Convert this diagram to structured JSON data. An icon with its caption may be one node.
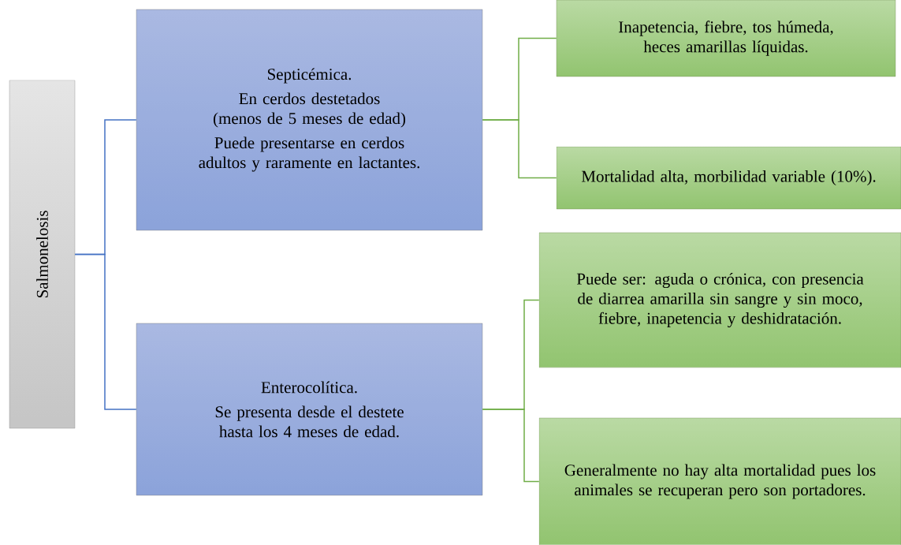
{
  "diagram": {
    "nodes": [
      {
        "text": [
          "Salmonelosis"
        ]
      },
      {
        "text": [
          "Septicémica.",
          "En cerdos destetados (menos de 5 meses de edad)",
          "Puede presentarse en cerdos adultos y raramente en lactantes."
        ]
      },
      {
        "text": [
          "Inapetencia, fiebre, tos húmeda, heces amarillas líquidas."
        ]
      },
      {
        "text": [
          "Mortalidad alta, morbilidad variable (10%)."
        ]
      },
      {
        "text": [
          "Enterocolítica.",
          "Se presenta desde el destete hasta los 4 meses de edad."
        ]
      },
      {
        "text": [
          "Puede ser: aguda o crónica, con presencia de diarrea amarilla sin sangre y sin moco, fiebre, inapetencia y deshidratación."
        ]
      },
      {
        "text": [
          "Generalmente no hay alta mortalidad pues los animales se recuperan pero son portadores."
        ]
      }
    ],
    "edges": [
      {
        "from": 0,
        "to": 1,
        "arrow": "none",
        "color": "#4472c4"
      },
      {
        "from": 0,
        "to": 4,
        "arrow": "none",
        "color": "#4472c4"
      },
      {
        "from": 1,
        "to": 2,
        "arrow": "none",
        "color": "#70ad47"
      },
      {
        "from": 1,
        "to": 3,
        "arrow": "none",
        "color": "#70ad47"
      },
      {
        "from": 4,
        "to": 5,
        "arrow": "none",
        "color": "#70ad47"
      },
      {
        "from": 4,
        "to": 6,
        "arrow": "none",
        "color": "#70ad47"
      }
    ]
  }
}
